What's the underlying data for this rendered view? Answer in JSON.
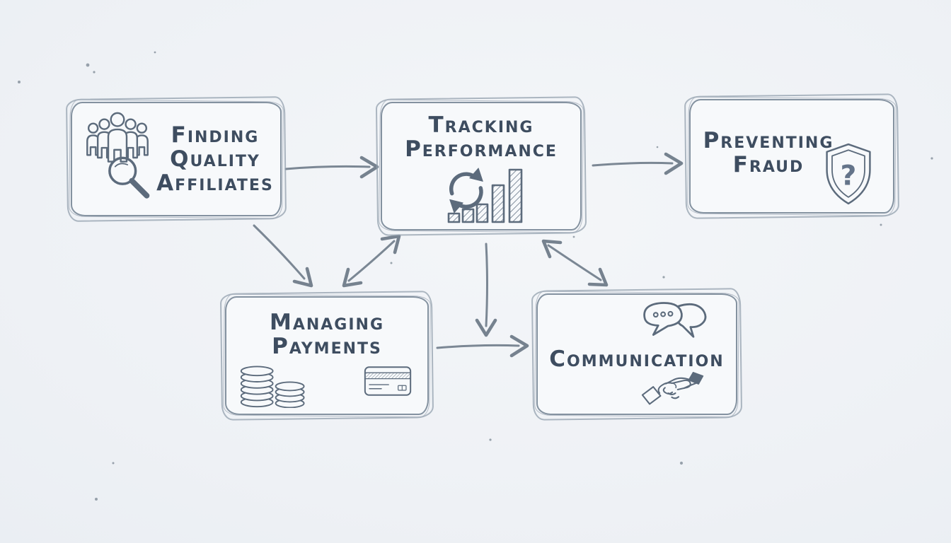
{
  "palette": {
    "background": "#eef1f5",
    "box_fill": "#f7f9fb",
    "sketch_stroke": "#8492a0",
    "ink_text": "#3e4d60",
    "icon_stroke": "#5c6b7c",
    "arrow": "#7b8794"
  },
  "nodes": [
    {
      "id": "finding-quality-affiliates",
      "lines": [
        "Finding",
        "Quality",
        "Affiliates"
      ],
      "icons": [
        "people-group-icon",
        "magnifier-icon"
      ]
    },
    {
      "id": "tracking-performance",
      "lines": [
        "Tracking",
        "Performance"
      ],
      "icons": [
        "refresh-cycle-icon",
        "bar-chart-icon"
      ]
    },
    {
      "id": "preventing-fraud",
      "lines": [
        "Preventing",
        "Fraud"
      ],
      "glyph": "?",
      "icons": [
        "shield-question-icon"
      ]
    },
    {
      "id": "managing-payments",
      "lines": [
        "Managing",
        "Payments"
      ],
      "icons": [
        "coin-stacks-icon",
        "credit-card-icon"
      ]
    },
    {
      "id": "communication",
      "lines": [
        "Communication"
      ],
      "icons": [
        "chat-bubbles-icon",
        "handshake-icon"
      ]
    }
  ],
  "edges": [
    {
      "from": "finding-quality-affiliates",
      "to": "tracking-performance",
      "direction": "one-way"
    },
    {
      "from": "tracking-performance",
      "to": "preventing-fraud",
      "direction": "one-way"
    },
    {
      "from": "finding-quality-affiliates",
      "to": "managing-payments",
      "direction": "one-way"
    },
    {
      "from": "managing-payments",
      "to": "tracking-performance",
      "direction": "two-way"
    },
    {
      "from": "tracking-performance",
      "to": "gap-between-managing-payments-and-communication",
      "direction": "one-way"
    },
    {
      "from": "tracking-performance",
      "to": "communication",
      "direction": "two-way"
    },
    {
      "from": "managing-payments",
      "to": "communication",
      "direction": "one-way"
    }
  ]
}
